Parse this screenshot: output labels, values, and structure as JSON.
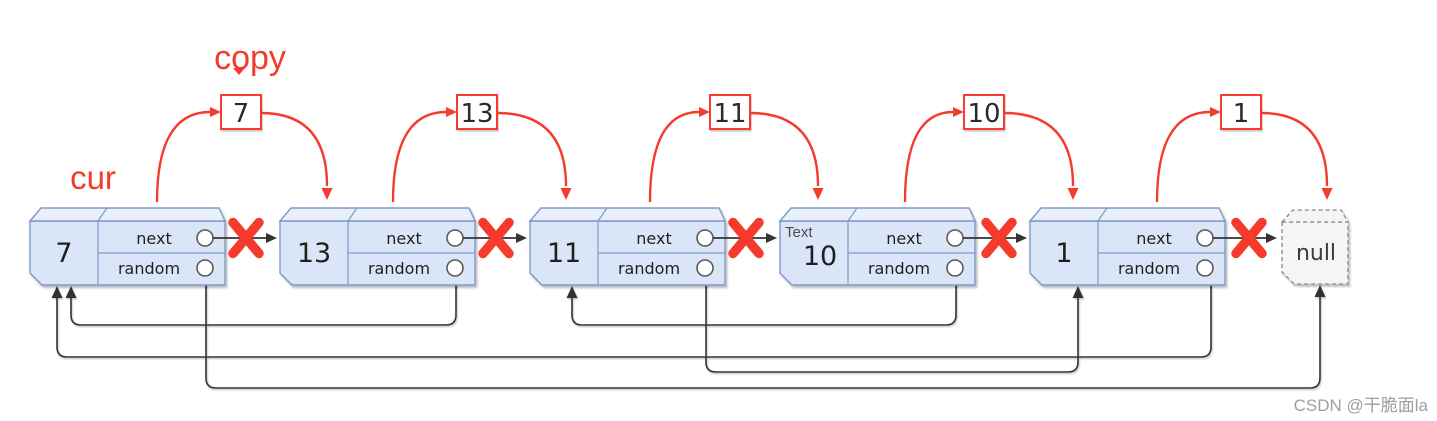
{
  "title_labels": {
    "cur": "cur",
    "copy": "copy"
  },
  "field_labels": {
    "next": "next",
    "random": "random"
  },
  "list_nodes": [
    {
      "value": "7"
    },
    {
      "value": "13"
    },
    {
      "value": "11"
    },
    {
      "value": "10",
      "corner_label": "Text"
    },
    {
      "value": "1"
    }
  ],
  "copy_boxes": [
    "7",
    "13",
    "11",
    "10",
    "1"
  ],
  "terminal": {
    "label": "null"
  },
  "next_links": [
    {
      "from": "7",
      "to": "13",
      "crossed_out": true
    },
    {
      "from": "13",
      "to": "11",
      "crossed_out": true
    },
    {
      "from": "11",
      "to": "10",
      "crossed_out": true
    },
    {
      "from": "10",
      "to": "1",
      "crossed_out": true
    },
    {
      "from": "1",
      "to": "null",
      "crossed_out": true
    }
  ],
  "random_links": [
    {
      "from": "7",
      "to": "null"
    },
    {
      "from": "13",
      "to": "7"
    },
    {
      "from": "11",
      "to": "1"
    },
    {
      "from": "10",
      "to": "11"
    },
    {
      "from": "1",
      "to": "7"
    }
  ],
  "watermark": "CSDN @干脆面la",
  "colors": {
    "node_fill": "#dae6f8",
    "node_lid_fill": "#e9f0fb",
    "node_border": "#7f9ac8",
    "red": "#f53b2d",
    "edge_black": "#333333",
    "value_black": "#1f1f1f",
    "null_fill": "#f5f5f5",
    "null_border": "#999999",
    "null_text": "#3c3c3c",
    "corner_label_color": "#4d4d4d",
    "watermark_color": "#9e9ea3"
  }
}
